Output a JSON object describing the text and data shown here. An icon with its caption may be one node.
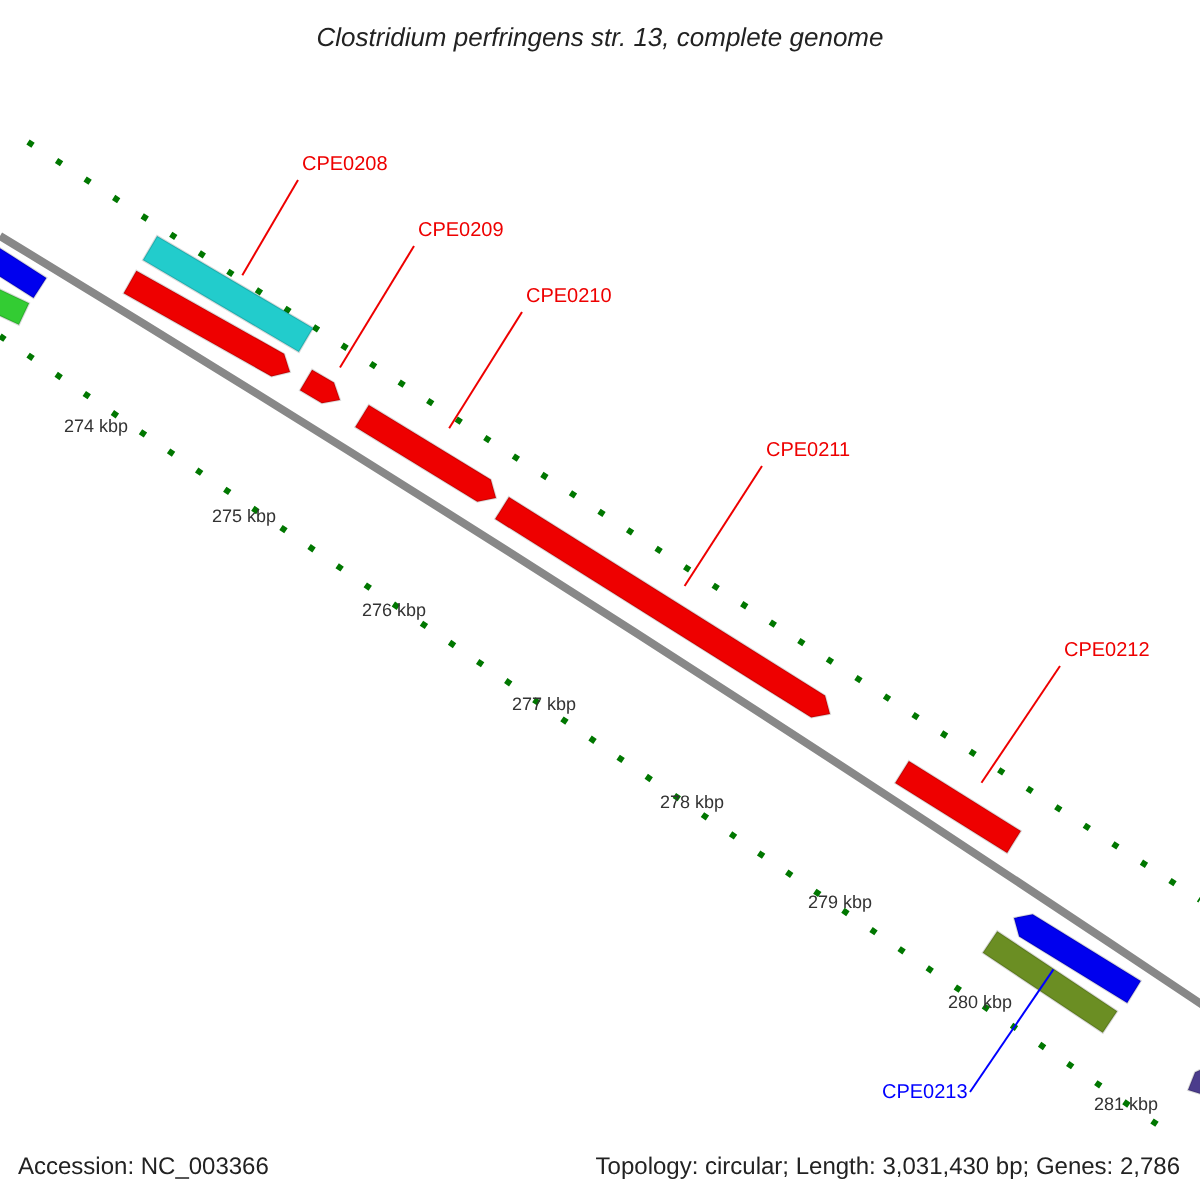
{
  "diagram": {
    "title": "Clostridium perfringens str. 13, complete genome",
    "nodes": [
      {
        "text": [
          "CPE0208"
        ]
      },
      {
        "text": [
          "CPE0209"
        ]
      },
      {
        "text": [
          "CPE0210"
        ]
      },
      {
        "text": [
          "CPE0211"
        ]
      },
      {
        "text": [
          "CPE0212"
        ]
      },
      {
        "text": [
          "CPE0213"
        ]
      },
      {
        "text": [],
        "shape": "bar"
      },
      {
        "text": [],
        "shape": "bar"
      },
      {
        "text": [],
        "shape": "bar"
      },
      {
        "text": [],
        "shape": "bar"
      },
      {
        "text": [],
        "shape": "bar"
      },
      {
        "text": [],
        "shape": "bar"
      },
      {
        "text": [],
        "shape": "bar"
      },
      {
        "text": [],
        "shape": "bar"
      },
      {
        "text": [],
        "shape": "bar"
      },
      {
        "text": [],
        "shape": "bar"
      },
      {
        "text": [],
        "shape": "bar"
      }
    ],
    "edges": [
      {
        "from": 0,
        "to": 9,
        "arrow": "none"
      },
      {
        "from": 1,
        "to": 10,
        "arrow": "none"
      },
      {
        "from": 2,
        "to": 11,
        "arrow": "none"
      },
      {
        "from": 3,
        "to": 12,
        "arrow": "none"
      },
      {
        "from": 4,
        "to": 13,
        "arrow": "none"
      },
      {
        "from": 5,
        "to": 14,
        "arrow": "none",
        "color": "#0000ff"
      }
    ],
    "labels": [
      "274 kbp",
      "275 kbp",
      "276 kbp",
      "277 kbp",
      "278 kbp",
      "279 kbp",
      "280 kbp",
      "281 kbp",
      "Accession: NC_003366",
      "Topology: circular; Length: 3,031,430 bp; Genes: 2,786"
    ]
  }
}
